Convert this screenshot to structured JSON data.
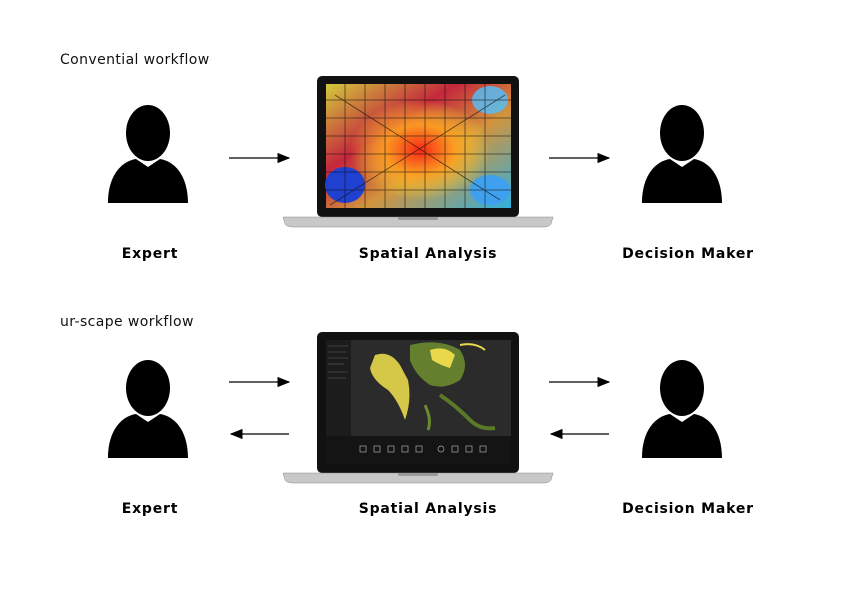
{
  "workflows": [
    {
      "title": "Convential workflow",
      "labels": {
        "expert": "Expert",
        "analysis": "Spatial Analysis",
        "decision": "Decision Maker"
      },
      "screen": "heatmap"
    },
    {
      "title": "ur-scape workflow",
      "labels": {
        "expert": "Expert",
        "analysis": "Spatial Analysis",
        "decision": "Decision Maker"
      },
      "screen": "dark-map"
    }
  ],
  "icons": [
    "person-icon",
    "laptop-icon",
    "arrow-right-icon",
    "arrow-left-icon"
  ],
  "colors": {
    "ink": "#000000",
    "heat_low": "#2a4fd8",
    "heat_mid": "#f0e020",
    "heat_high": "#e02020",
    "map_bg": "#2b2b2b",
    "map_land": "#e8d84a"
  }
}
